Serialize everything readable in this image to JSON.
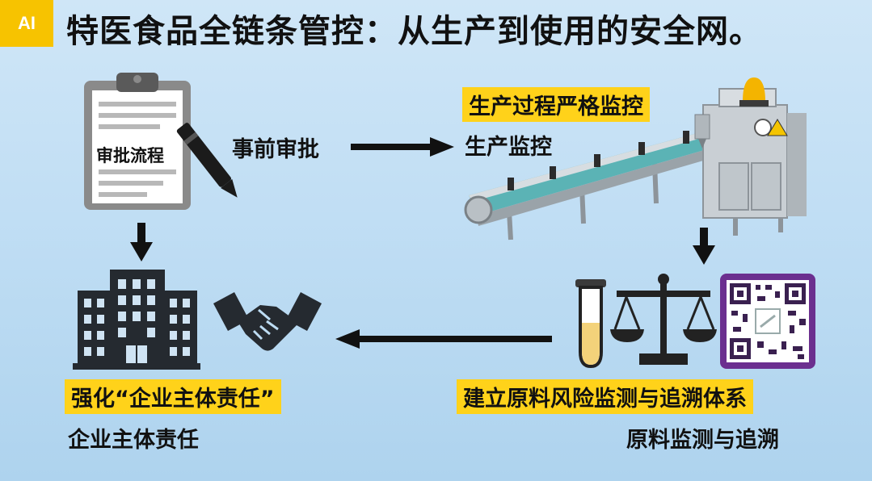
{
  "watermark": {
    "text": "AI"
  },
  "title": "特医食品全链条管控：从生产到使用的安全网。",
  "steps": {
    "approval": {
      "doc_label": "审批流程",
      "arrow_label": "事前审批"
    },
    "production": {
      "heading": "生产过程严格监控",
      "sub": "生产监控"
    },
    "monitoring": {
      "heading": "建立原料风险监测与追溯体系",
      "sub": "原料监测与追溯"
    },
    "enterprise": {
      "heading": "强化“企业主体责任”",
      "sub": "企业主体责任"
    }
  },
  "icons": {
    "clipboard": "clipboard-icon",
    "pen": "pen-icon",
    "conveyor": "production-line-icon",
    "alarm": "warning-light-icon",
    "test_tube": "test-tube-icon",
    "scale": "balance-scale-icon",
    "qr": "qr-code-icon",
    "building": "office-building-icon",
    "handshake": "handshake-icon"
  },
  "colors": {
    "highlight": "#ffd21a",
    "qr_frame": "#6b2f8f",
    "alarm": "#f4b400"
  }
}
